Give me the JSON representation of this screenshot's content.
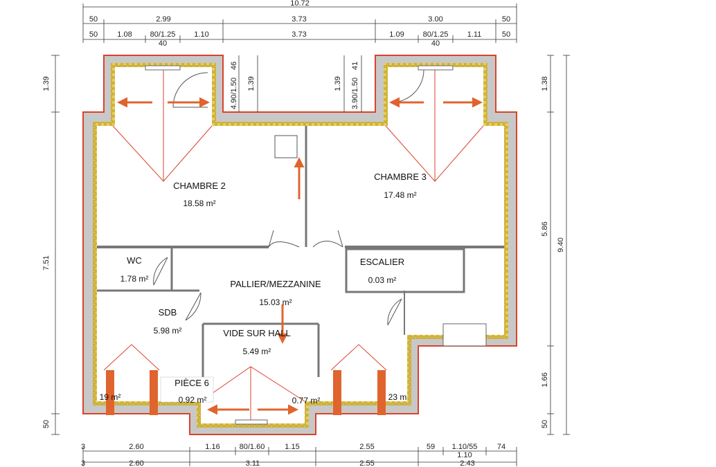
{
  "dimensions": {
    "total_width": "10.72",
    "top_row1": [
      "50",
      "2.99",
      "3.73",
      "3.00",
      "50"
    ],
    "top_row2": [
      "50",
      "1.08",
      "80/1.25",
      "1.10",
      "3.73",
      "1.09",
      "80/1.25",
      "1.11",
      "50"
    ],
    "top_window_sub": [
      "40",
      "40"
    ],
    "left": [
      "1.39",
      "7.51",
      "50"
    ],
    "right_inner": [
      "1.38",
      "5.86",
      "1.66",
      "50"
    ],
    "right_total": "9.40",
    "dormer_left": [
      "46",
      "4.90/1.50",
      "1.39"
    ],
    "dormer_right": [
      "1.39",
      "41",
      "3.90/1.50"
    ],
    "bottom_row1": [
      "3",
      "2.60",
      "1.16",
      "80/1.60",
      "1.15",
      "2.55",
      "59",
      "1.10/55",
      "74"
    ],
    "bottom_row1_sub": "1.10",
    "bottom_row2": [
      "3",
      "2.60",
      "3.11",
      "2.55",
      "2.43"
    ]
  },
  "rooms": [
    {
      "name": "CHAMBRE 2",
      "area": "18.58 m²"
    },
    {
      "name": "CHAMBRE 3",
      "area": "17.48 m²"
    },
    {
      "name": "WC",
      "area": "1.78 m²"
    },
    {
      "name": "ESCALIER",
      "area": "0.03 m²"
    },
    {
      "name": "PALLIER/MEZZANINE",
      "area": "15.03 m²"
    },
    {
      "name": "SDB",
      "area": "5.98 m²"
    },
    {
      "name": "VIDE SUR HALL",
      "area": "5.49 m²"
    },
    {
      "name": "PIÈCE 6",
      "area": "0.92 m²"
    }
  ],
  "partial_labels": [
    "19 m²",
    "0.77 m²",
    "23 m"
  ],
  "colors": {
    "roof_outline": "#d9432b",
    "insulation": "#d4b43c",
    "wall_fill": "#c8c8c8",
    "interior_wall": "#777777",
    "arrow": "#e0642e",
    "velux": "#e0642e"
  }
}
